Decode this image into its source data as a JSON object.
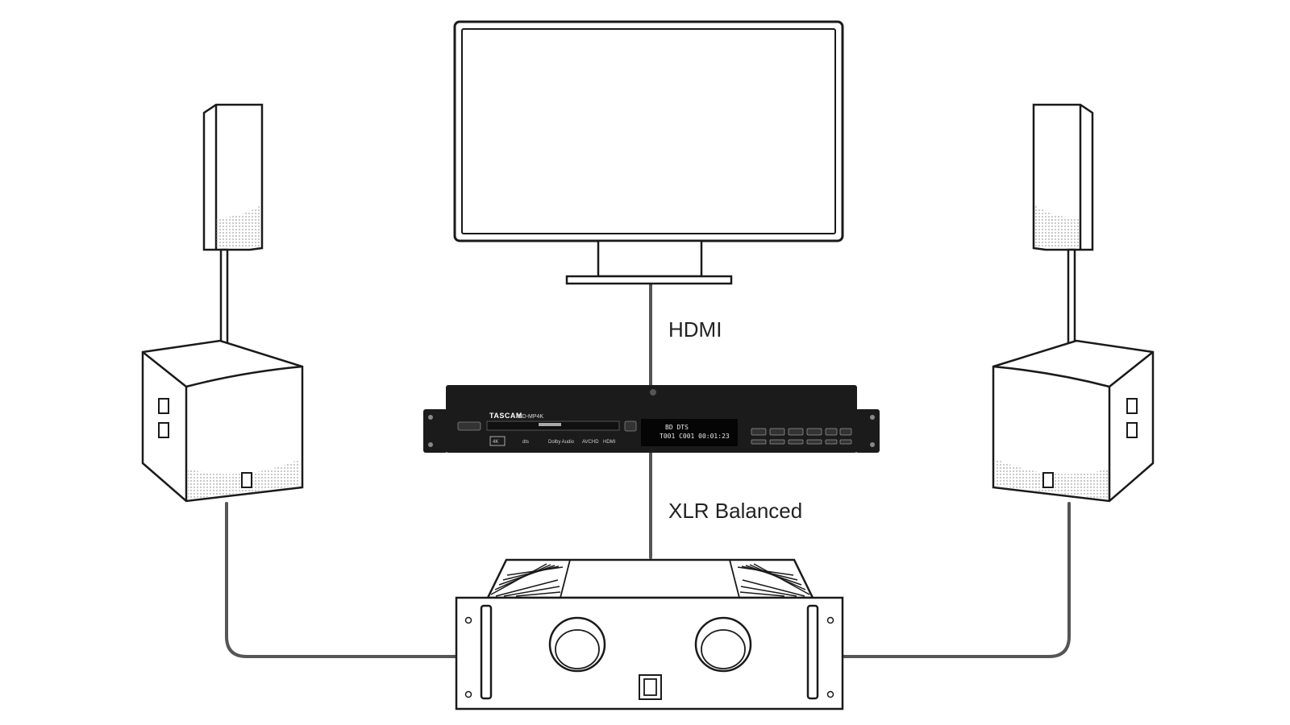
{
  "labels": {
    "hdmi": "HDMI",
    "xlr": "XLR Balanced"
  },
  "player": {
    "brand": "TASCAM",
    "model": "BD-MP4K",
    "display_line1": "BD  DTS",
    "display_line2": "T001 C001 00:01:23",
    "badge_4k": "4K",
    "badge_dts": "dts",
    "badge_dolby": "Dolby Audio",
    "badge_avchd": "AVCHD",
    "badge_hdmi": "HDMI"
  },
  "colors": {
    "line": "#1a1a1a",
    "cable": "#555555",
    "player_body": "#1b1b1b",
    "accent_text": "#222222"
  },
  "icons": {
    "speaker": "speaker-icon",
    "subwoofer": "subwoofer-icon",
    "tv": "tv-icon",
    "amplifier": "amplifier-icon",
    "player": "bluray-player-icon"
  }
}
